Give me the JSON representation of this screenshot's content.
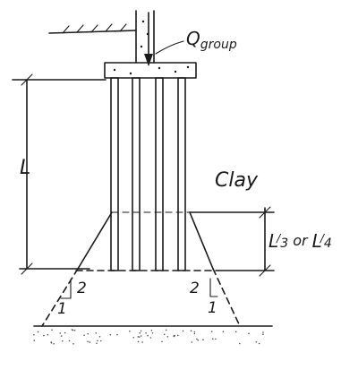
{
  "labels": {
    "load": "Q",
    "load_sub": "group",
    "length": "L",
    "soil": "Clay",
    "zone_a": "L",
    "zone_a_den": "3",
    "zone_mid": " or ",
    "zone_b": "L",
    "zone_b_den": "4",
    "slope_v_left": "2",
    "slope_h_left": "1",
    "slope_v_right": "2",
    "slope_h_right": "1"
  }
}
